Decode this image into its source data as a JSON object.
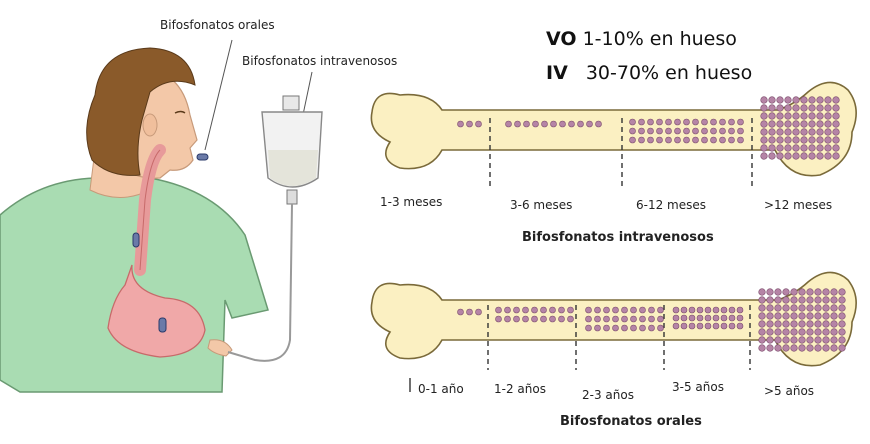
{
  "labels": {
    "oral_top": "Bifosfonatos orales",
    "iv_top": "Bifosfonatos intravenosos"
  },
  "rates": {
    "vo_abbr": "VO",
    "vo_value": "1-10% en hueso",
    "iv_abbr": "IV",
    "iv_value": "30-70% en hueso"
  },
  "iv_bone": {
    "caption": "Bifosfonatos intravenosos",
    "periods": [
      "1-3 meses",
      "3-6 meses",
      "6-12 meses",
      ">12 meses"
    ]
  },
  "oral_bone": {
    "caption": "Bifosfonatos orales",
    "periods": [
      "0-1 año",
      "1-2 años",
      "2-3 años",
      "3-5 años",
      ">5 años"
    ]
  },
  "colors": {
    "bone_fill": "#fbf0c2",
    "bone_stroke": "#7a6a3a",
    "dot": "#b584a6",
    "skin": "#f3c8a8",
    "shirt": "#a9dcb2",
    "hair": "#8a5a2a"
  }
}
